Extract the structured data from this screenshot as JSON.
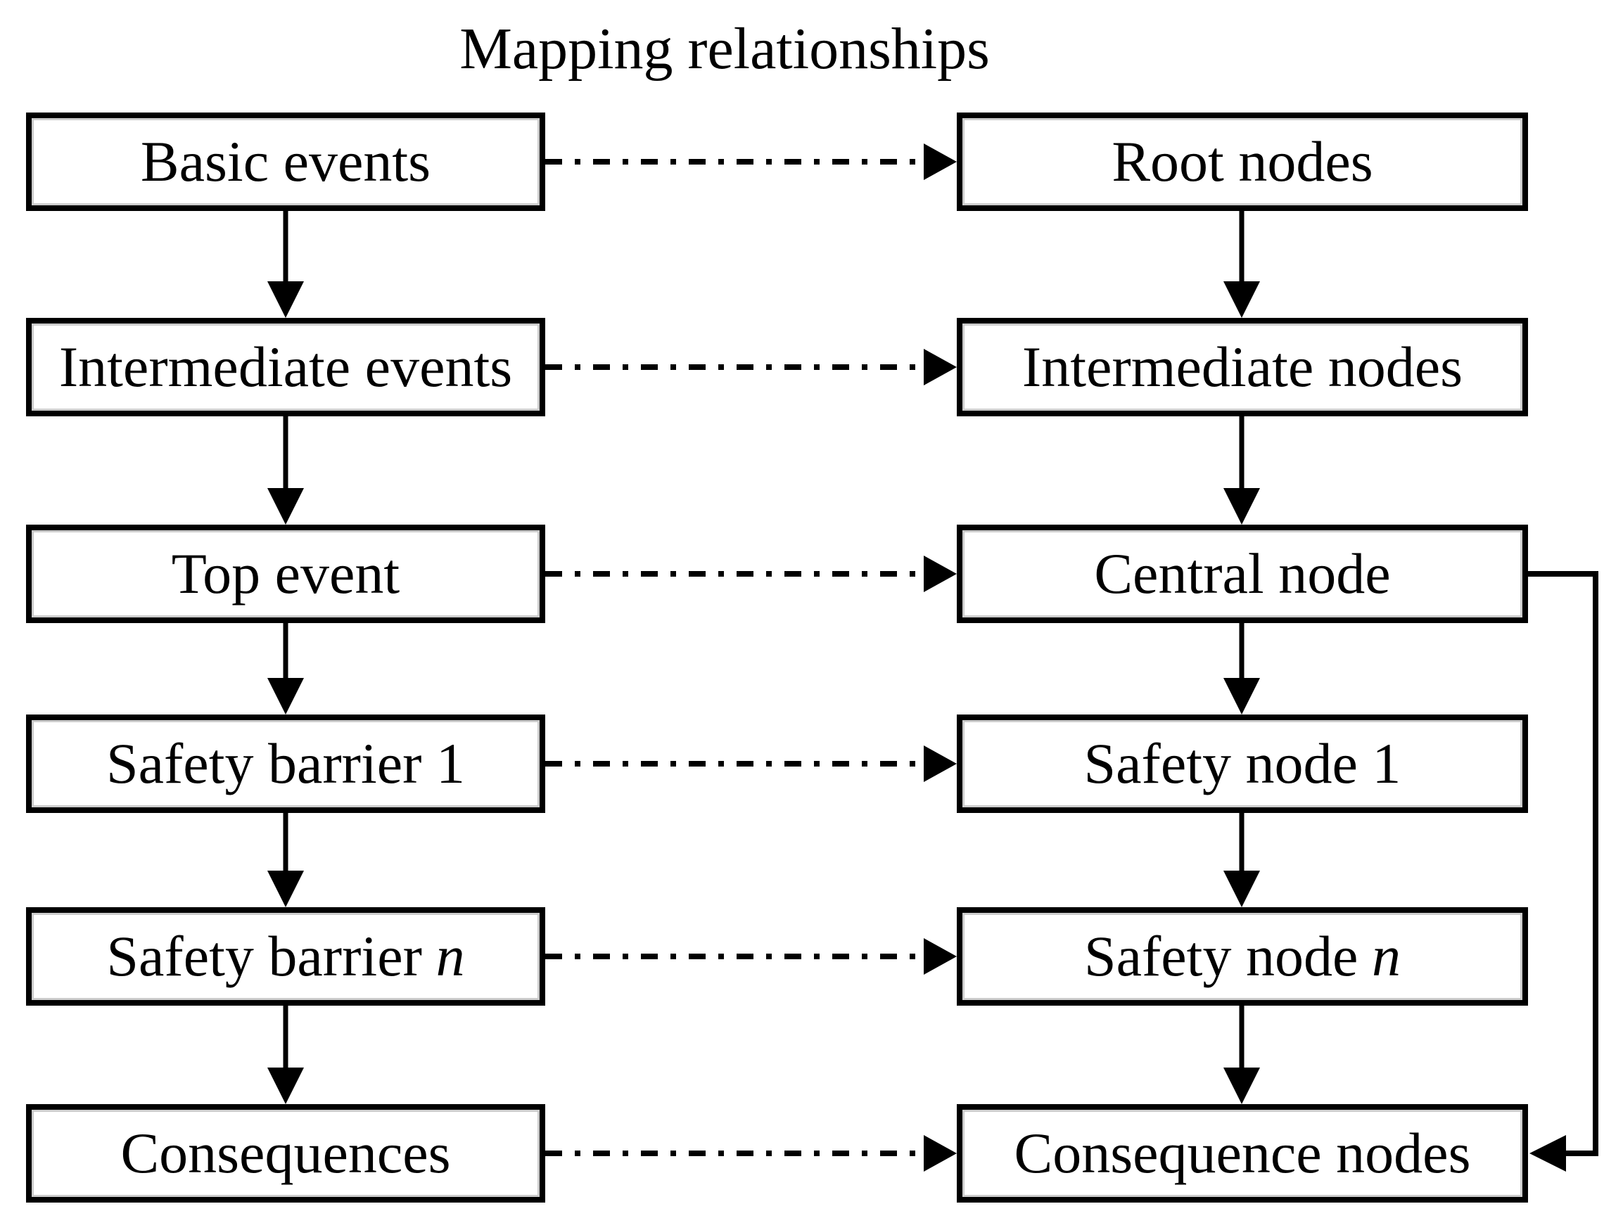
{
  "title": "Mapping relationships",
  "rows": [
    {
      "left": {
        "label": "Basic events"
      },
      "right": {
        "label": "Root nodes"
      }
    },
    {
      "left": {
        "label": "Intermediate events"
      },
      "right": {
        "label": "Intermediate nodes"
      }
    },
    {
      "left": {
        "label": "Top event"
      },
      "right": {
        "label": "Central node"
      }
    },
    {
      "left": {
        "label": "Safety barrier 1"
      },
      "right": {
        "label": "Safety node 1"
      }
    },
    {
      "left": {
        "label": "Safety barrier",
        "italic_suffix": "n"
      },
      "right": {
        "label": "Safety node",
        "italic_suffix": "n"
      }
    },
    {
      "left": {
        "label": "Consequences"
      },
      "right": {
        "label": "Consequence nodes"
      }
    }
  ],
  "edges": [
    {
      "from": "Basic events",
      "to": "Intermediate events",
      "style": "solid-arrow"
    },
    {
      "from": "Intermediate events",
      "to": "Top event",
      "style": "solid-arrow"
    },
    {
      "from": "Top event",
      "to": "Safety barrier 1",
      "style": "solid-arrow"
    },
    {
      "from": "Safety barrier 1",
      "to": "Safety barrier n",
      "style": "solid-arrow"
    },
    {
      "from": "Safety barrier n",
      "to": "Consequences",
      "style": "solid-arrow"
    },
    {
      "from": "Root nodes",
      "to": "Intermediate nodes",
      "style": "solid-arrow"
    },
    {
      "from": "Intermediate nodes",
      "to": "Central node",
      "style": "solid-arrow"
    },
    {
      "from": "Central node",
      "to": "Safety node 1",
      "style": "solid-arrow"
    },
    {
      "from": "Safety node 1",
      "to": "Safety node n",
      "style": "solid-arrow"
    },
    {
      "from": "Safety node n",
      "to": "Consequence nodes",
      "style": "solid-arrow"
    },
    {
      "from": "Basic events",
      "to": "Root nodes",
      "style": "dash-dot-arrow"
    },
    {
      "from": "Intermediate events",
      "to": "Intermediate nodes",
      "style": "dash-dot-arrow"
    },
    {
      "from": "Top event",
      "to": "Central node",
      "style": "dash-dot-arrow"
    },
    {
      "from": "Safety barrier 1",
      "to": "Safety node 1",
      "style": "dash-dot-arrow"
    },
    {
      "from": "Safety barrier n",
      "to": "Safety node n",
      "style": "dash-dot-arrow"
    },
    {
      "from": "Consequences",
      "to": "Consequence nodes",
      "style": "dash-dot-arrow"
    },
    {
      "from": "Central node",
      "to": "Consequence nodes",
      "style": "solid-elbow-arrow"
    }
  ],
  "colors": {
    "ink": "#000000",
    "box_fill": "#ffffff",
    "box_inner_edge": "#cccccc",
    "background": "#ffffff"
  }
}
